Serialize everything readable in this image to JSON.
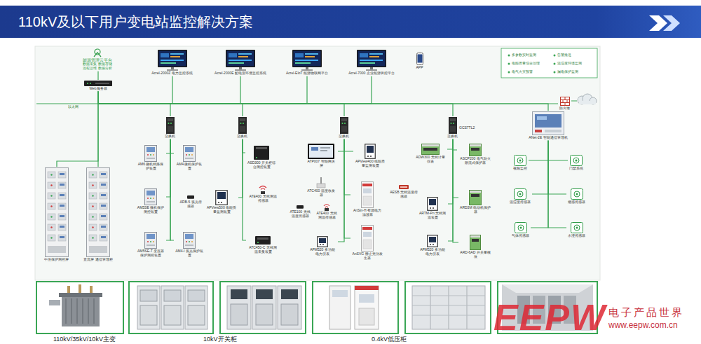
{
  "diagram": {
    "title": "110kV及以下用户变电站监控解决方案",
    "nodes": [
      {
        "text": [
          "能源管理云平台",
          "数据采集 数据存储",
          "远程运维 数据分析"
        ]
      },
      {
        "text": [
          "Web服务器"
        ]
      },
      {
        "text": [
          "Acrel-2000Z 电力监控系统"
        ]
      },
      {
        "text": [
          "Acrel-2000E 配电室环境监控系统"
        ]
      },
      {
        "text": [
          "Acrel-EIoT 能源物联网平台"
        ]
      },
      {
        "text": [
          "Acrel-7000 企业能源管控平台"
        ]
      },
      {
        "text": [
          "APP"
        ]
      },
      {
        "text": [
          "交换机"
        ]
      },
      {
        "text": [
          "交换机"
        ]
      },
      {
        "text": [
          "交换机"
        ]
      },
      {
        "text": [
          "交换机"
        ]
      },
      {
        "text": [
          "防火墙"
        ]
      },
      {
        "text": [
          "ANet-2E 智能通信管理机"
        ]
      },
      {
        "text": [
          "中压保护测控屏"
        ]
      },
      {
        "text": [
          "直流屏 通信管理柜"
        ]
      },
      {
        "text": [
          "AM6 微机线路保护装置"
        ]
      },
      {
        "text": [
          "AM4 微机保护装置"
        ]
      },
      {
        "text": [
          "AM5SE 微机保护测控装置"
        ]
      },
      {
        "text": [
          "ARB-5 弧光传感器"
        ]
      },
      {
        "text": [
          "AM5SE-T 变压器保护测控装置"
        ]
      },
      {
        "text": [
          "AM4-I 弧光保护装置"
        ]
      },
      {
        "text": [
          "ASD300 开关柜综合测控装置"
        ]
      },
      {
        "text": [
          "APView500 电能质量监测装置"
        ]
      },
      {
        "text": [
          "ATE400 无线测温传感器"
        ]
      },
      {
        "text": [
          "ATC450-C 无线测温采集装置"
        ]
      },
      {
        "text": [
          "ATP007 智能网关屏"
        ]
      },
      {
        "text": [
          "APView400 电能质量监测装置"
        ]
      },
      {
        "text": [
          "ATC400 温度收发器"
        ]
      },
      {
        "text": [
          "ATE100 无线温度传感器"
        ]
      },
      {
        "text": [
          "ATE400 无线测温传感器"
        ]
      },
      {
        "text": [
          "AnSin-H 有源电力滤波器"
        ]
      },
      {
        "text": [
          "APM520 多功能电力仪表"
        ]
      },
      {
        "text": [
          "AnSVG 静止无功发生器"
        ]
      },
      {
        "text": [
          "ADW300 无线计量仪表"
        ]
      },
      {
        "text": [
          "ASCP200 电气防火限流式保护器"
        ]
      },
      {
        "text": [
          "AESB 无线温度传感器"
        ]
      },
      {
        "text": [
          "ARTM-Pn 无线测温装置"
        ]
      },
      {
        "text": [
          "ARD3M 电动机保护器"
        ]
      },
      {
        "text": [
          "APM520 多功能电力仪表"
        ]
      },
      {
        "text": [
          "ARD-6AD 开关量模块"
        ]
      },
      {
        "text": [
          "视频监控"
        ]
      },
      {
        "text": [
          "门禁系统"
        ]
      },
      {
        "text": [
          "温湿度传感器"
        ]
      },
      {
        "text": [
          "烟感传感器"
        ]
      },
      {
        "text": [
          "气体传感器"
        ]
      },
      {
        "text": [
          "水浸传感器"
        ]
      }
    ],
    "edges": [
      {
        "from": 0,
        "to": 1,
        "arrow": "none"
      },
      {
        "from": 2,
        "to": 1,
        "arrow": "none"
      },
      {
        "from": 3,
        "to": 1,
        "arrow": "none"
      },
      {
        "from": 4,
        "to": 1,
        "arrow": "none"
      },
      {
        "from": 5,
        "to": 1,
        "arrow": "none"
      },
      {
        "from": 1,
        "to": 7,
        "arrow": "none"
      },
      {
        "from": 1,
        "to": 8,
        "arrow": "none"
      },
      {
        "from": 1,
        "to": 9,
        "arrow": "none"
      },
      {
        "from": 1,
        "to": 10,
        "arrow": "none"
      },
      {
        "from": 1,
        "to": 12,
        "arrow": "none"
      },
      {
        "from": 1,
        "to": 11,
        "arrow": "none"
      },
      {
        "from": 1,
        "to": 13,
        "arrow": "none"
      },
      {
        "from": 1,
        "to": 14,
        "arrow": "none"
      },
      {
        "from": 7,
        "to": 15,
        "arrow": "none"
      },
      {
        "from": 7,
        "to": 16,
        "arrow": "none"
      },
      {
        "from": 7,
        "to": 17,
        "arrow": "none"
      },
      {
        "from": 7,
        "to": 19,
        "arrow": "none"
      },
      {
        "from": 7,
        "to": 20,
        "arrow": "none"
      },
      {
        "from": 8,
        "to": 21,
        "arrow": "none"
      },
      {
        "from": 8,
        "to": 22,
        "arrow": "none"
      },
      {
        "from": 8,
        "to": 24,
        "arrow": "none"
      },
      {
        "from": 9,
        "to": 25,
        "arrow": "none"
      },
      {
        "from": 9,
        "to": 26,
        "arrow": "none"
      },
      {
        "from": 9,
        "to": 30,
        "arrow": "none"
      },
      {
        "from": 9,
        "to": 31,
        "arrow": "none"
      },
      {
        "from": 9,
        "to": 32,
        "arrow": "none"
      },
      {
        "from": 10,
        "to": 33,
        "arrow": "none"
      },
      {
        "from": 10,
        "to": 34,
        "arrow": "none"
      },
      {
        "from": 10,
        "to": 36,
        "arrow": "none"
      },
      {
        "from": 10,
        "to": 37,
        "arrow": "none"
      },
      {
        "from": 10,
        "to": 38,
        "arrow": "none"
      },
      {
        "from": 10,
        "to": 39,
        "arrow": "none"
      },
      {
        "from": 12,
        "to": 40,
        "arrow": "none"
      },
      {
        "from": 12,
        "to": 41,
        "arrow": "none"
      },
      {
        "from": 12,
        "to": 42,
        "arrow": "none"
      },
      {
        "from": 12,
        "to": 43,
        "arrow": "none"
      },
      {
        "from": 12,
        "to": 44,
        "arrow": "none"
      },
      {
        "from": 12,
        "to": 45,
        "arrow": "none"
      }
    ],
    "labels": [
      "以太网",
      "GCS7TL2",
      "多参数实时监测",
      "电能质量综合治理",
      "电气火灾预警",
      "告警推送",
      "温湿度环境监测",
      "漏电保护监测",
      "110kV/35kV/10kV主变",
      "10kV开关柜",
      "0.4kV低压柜",
      "EEPW",
      "电子产品世界",
      "www.eepw.com.cn"
    ]
  }
}
